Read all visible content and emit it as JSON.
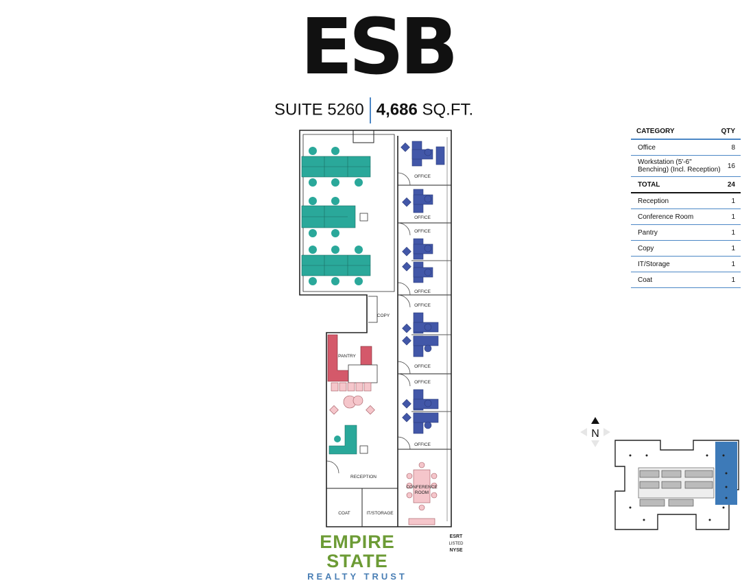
{
  "header": {
    "logo": "ESB",
    "suite_label": "SUITE 5260",
    "area_value": "4,686",
    "area_unit": "SQ.FT."
  },
  "plan": {
    "rooms": {
      "office": "OFFICE",
      "copy": "COPY",
      "pantry": "PANTRY",
      "reception": "RECEPTION",
      "conference_1": "CONFERENCE",
      "conference_2": "ROOM",
      "coat": "COAT",
      "it_storage": "IT/STORAGE"
    },
    "colors": {
      "workstation": "#2aa89a",
      "office_furniture": "#4257a8",
      "pantry": "#d4596a",
      "reception_soft": "#f5c6cb",
      "wall": "#222222"
    }
  },
  "schedule": {
    "headers": {
      "category": "CATEGORY",
      "qty": "QTY"
    },
    "rows": [
      {
        "label": "Office",
        "qty": "8"
      },
      {
        "label": "Workstation (5'-6\" Benching) (Incl. Reception)",
        "qty": "16"
      },
      {
        "label": "TOTAL",
        "qty": "24",
        "total": true
      },
      {
        "label": "Reception",
        "qty": "1"
      },
      {
        "label": "Conference Room",
        "qty": "1"
      },
      {
        "label": "Pantry",
        "qty": "1"
      },
      {
        "label": "Copy",
        "qty": "1"
      },
      {
        "label": "IT/Storage",
        "qty": "1"
      },
      {
        "label": "Coat",
        "qty": "1"
      }
    ]
  },
  "compass": {
    "label": "N"
  },
  "footer": {
    "brand_line1": "EMPIRE STATE",
    "brand_line2": "REALTY TRUST",
    "badge_1": "ESRT",
    "badge_2": "LISTED",
    "badge_3": "NYSE"
  }
}
